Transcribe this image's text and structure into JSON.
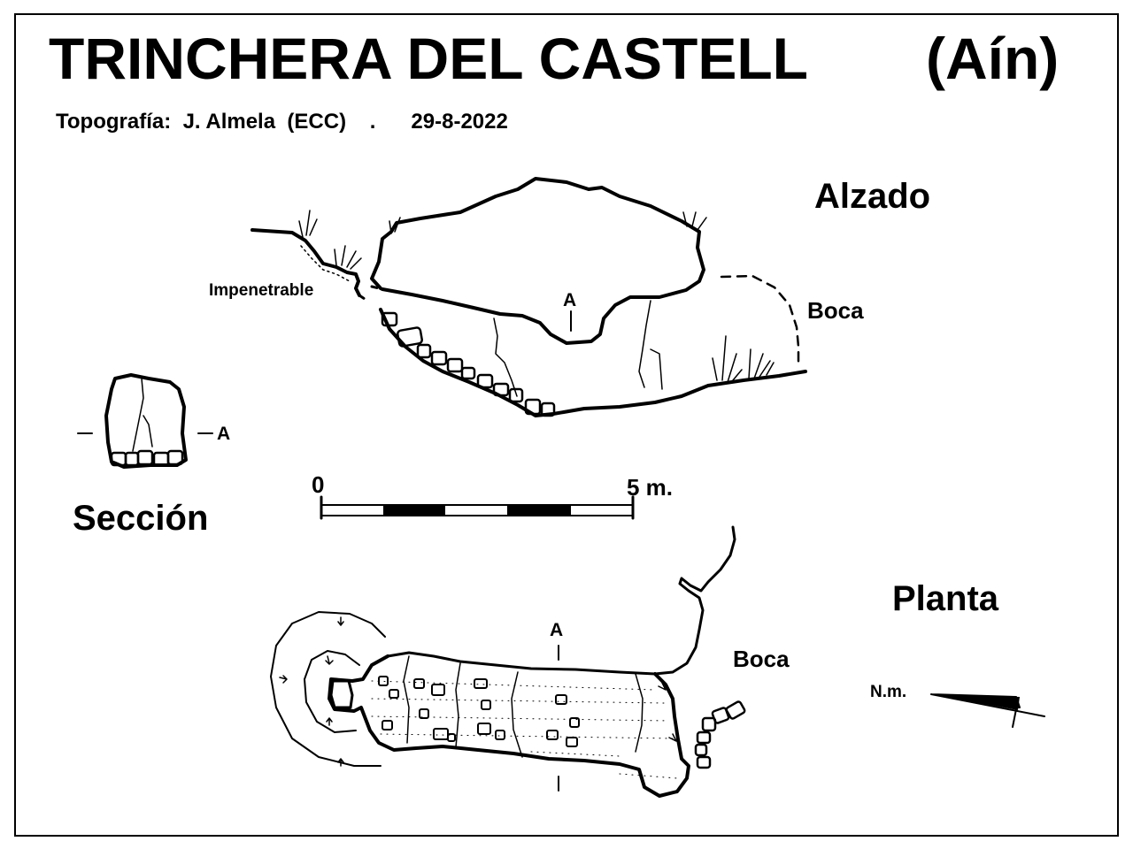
{
  "title": "TRINCHERA DEL CASTELL",
  "region": "(Aín)",
  "credits": {
    "label": "Topografía:",
    "author": "J. Almela",
    "club": "(ECC)",
    "separator": ".",
    "date": "29-8-2022"
  },
  "alzado": {
    "heading": "Alzado",
    "impenetrable": "Impenetrable",
    "boca": "Boca",
    "section_marker": "A"
  },
  "seccion": {
    "heading": "Sección",
    "marker": "A"
  },
  "scale": {
    "start": "0",
    "end": "5 m."
  },
  "planta": {
    "heading": "Planta",
    "boca": "Boca",
    "section_marker": "A",
    "north": "N.m."
  },
  "colors": {
    "ink": "#000000",
    "paper": "#ffffff"
  }
}
